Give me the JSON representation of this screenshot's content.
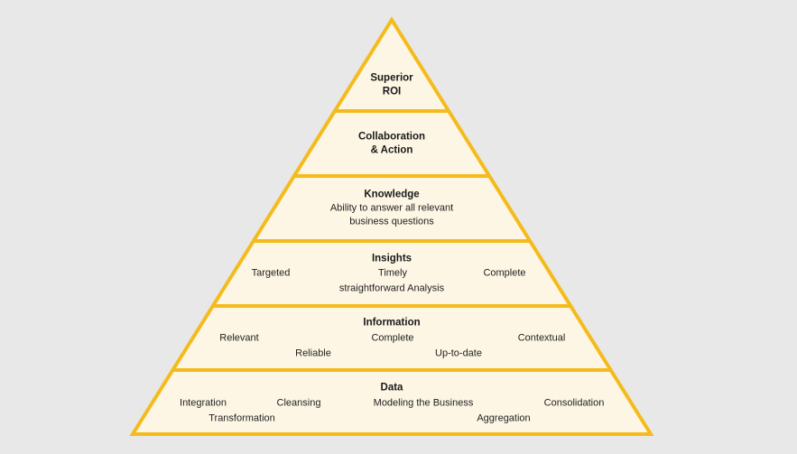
{
  "colors": {
    "background": "#e8e8e8",
    "fill": "#fdf6e4",
    "stroke": "#f5bb1d"
  },
  "levels": [
    {
      "title_lines": [
        "Superior",
        "ROI"
      ]
    },
    {
      "title_lines": [
        "Collaboration",
        "& Action"
      ]
    },
    {
      "title": "Knowledge",
      "lines": [
        "Ability to answer all relevant",
        "business questions"
      ]
    },
    {
      "title": "Insights",
      "items": [
        "Targeted",
        "Timely",
        "Complete",
        "straightforward Analysis"
      ]
    },
    {
      "title": "Information",
      "items": [
        "Relevant",
        "Complete",
        "Contextual",
        "Reliable",
        "Up-to-date"
      ]
    },
    {
      "title": "Data",
      "items": [
        "Integration",
        "Cleansing",
        "Modeling the Business",
        "Consolidation",
        "Transformation",
        "Aggregation"
      ]
    }
  ]
}
